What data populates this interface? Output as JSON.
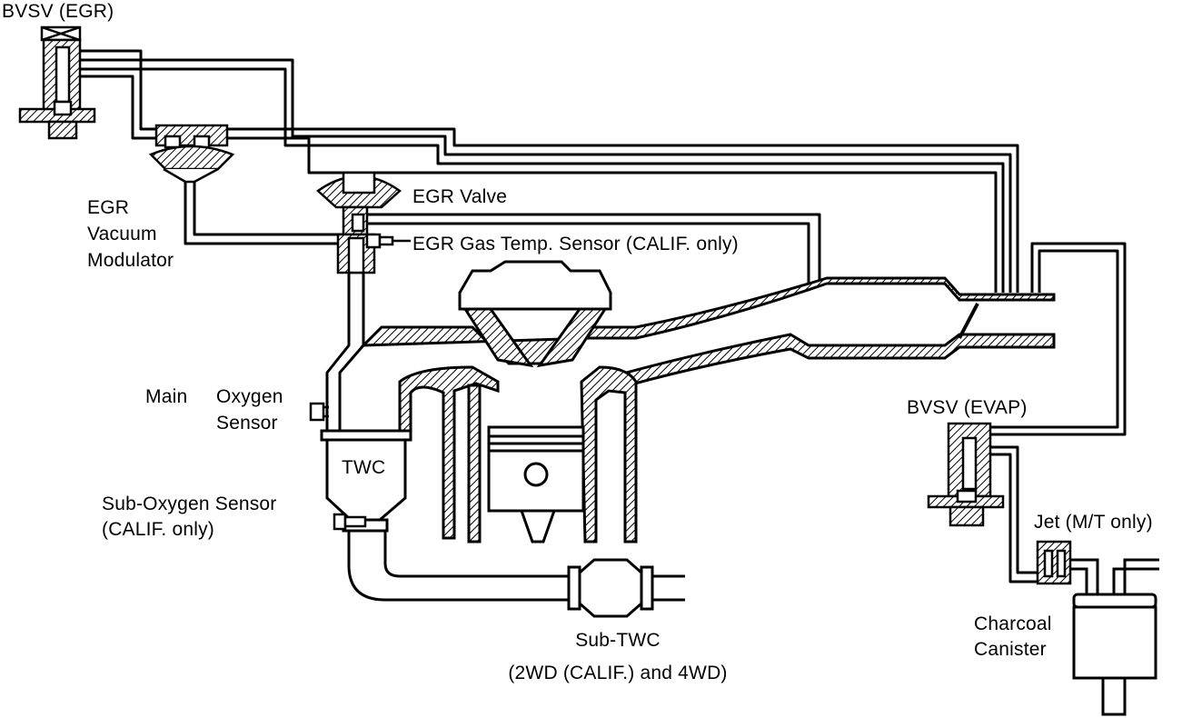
{
  "labels": {
    "bvsv_egr": "BVSV (EGR)",
    "egr_vacuum_modulator": [
      "EGR",
      "Vacuum",
      "Modulator"
    ],
    "egr_valve": "EGR Valve",
    "egr_gas_temp_sensor": "EGR Gas Temp. Sensor (CALIF. only)",
    "main": "Main",
    "oxygen_sensor": [
      "Oxygen",
      "Sensor"
    ],
    "twc": "TWC",
    "sub_oxygen_sensor": [
      "Sub-Oxygen Sensor",
      "(CALIF. only)"
    ],
    "sub_twc": [
      "Sub-TWC",
      "(2WD (CALIF.) and 4WD)"
    ],
    "bvsv_evap": "BVSV (EVAP)",
    "jet": "Jet (M/T only)",
    "charcoal_canister": [
      "Charcoal",
      "Canister"
    ]
  },
  "colors": {
    "line": "#000000",
    "background": "#ffffff"
  }
}
